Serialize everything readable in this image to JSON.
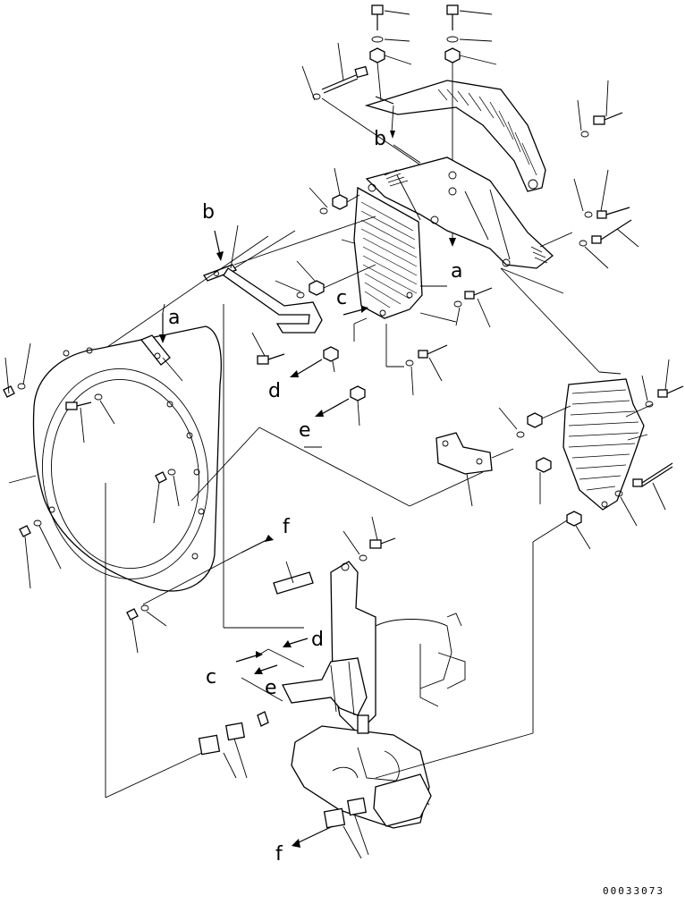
{
  "diagram": {
    "reference_letters": {
      "a_top": "a",
      "a_left": "a",
      "b_top": "b",
      "b_left": "b",
      "c_top": "c",
      "c_bottom": "c",
      "d_top": "d",
      "d_bottom": "d",
      "e_top": "e",
      "e_bottom": "e",
      "f_top": "f",
      "f_bottom": "f"
    },
    "drawing_code": "00033073"
  }
}
